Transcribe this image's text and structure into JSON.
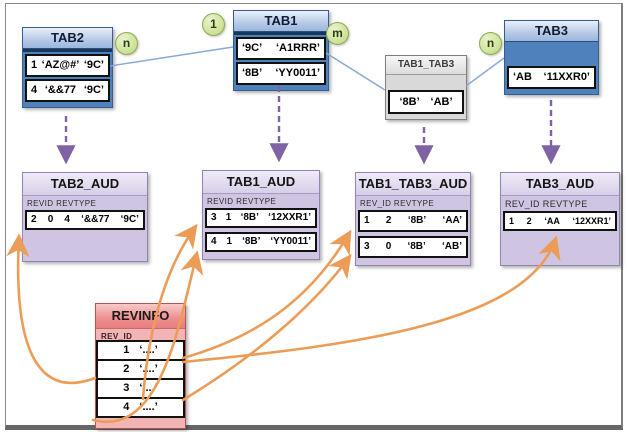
{
  "tables": {
    "tab2": {
      "title": "TAB2",
      "rows": [
        [
          "1",
          "‘AZ@#’",
          "‘9C’"
        ],
        [
          "4",
          "‘&&77",
          "‘9C’"
        ]
      ]
    },
    "tab1": {
      "title": "TAB1",
      "rows": [
        [
          "‘9C’",
          "‘A1RRR’"
        ],
        [
          "‘8B’",
          "‘YY0011’"
        ]
      ]
    },
    "tab1_tab3": {
      "title": "TAB1_TAB3",
      "rows": [
        [
          "‘8B’",
          "‘AB’"
        ]
      ]
    },
    "tab3": {
      "title": "TAB3",
      "rows": [
        [
          "‘AB",
          "‘11XXR0’"
        ]
      ]
    },
    "tab2_aud": {
      "title": "TAB2_AUD",
      "col_header": "REVID REVTYPE",
      "rows": [
        [
          "2",
          "0",
          "4",
          "‘&&77",
          "‘9C’"
        ]
      ]
    },
    "tab1_aud": {
      "title": "TAB1_AUD",
      "col_header": "REVID REVTYPE",
      "rows": [
        [
          "3",
          "1",
          "‘8B’",
          "‘12XXR1’"
        ],
        [
          "4",
          "1",
          "‘8B’",
          "‘YY0011’"
        ]
      ]
    },
    "tab1_tab3_aud": {
      "title": "TAB1_TAB3_AUD",
      "col_header": "REV_ID REVTYPE",
      "rows": [
        [
          "1",
          "2",
          "‘8B’",
          "‘AA’"
        ],
        [
          "3",
          "0",
          "‘8B’",
          "‘AB’"
        ]
      ]
    },
    "tab3_aud": {
      "title": "TAB3_AUD",
      "col_header": "REV_ID REVTYPE",
      "rows": [
        [
          "1",
          "2",
          "‘AA",
          "‘12XXR1’"
        ]
      ]
    },
    "revinfo": {
      "title": "REVINFO",
      "col_header": "REV_ID",
      "rows": [
        [
          "1",
          "‘....’"
        ],
        [
          "2",
          "‘....’"
        ],
        [
          "3",
          "‘....’"
        ],
        [
          "4",
          "‘....’"
        ]
      ]
    }
  },
  "badges": [
    {
      "label": "n"
    },
    {
      "label": "1"
    },
    {
      "label": "m"
    },
    {
      "label": "n"
    }
  ],
  "colors": {
    "entity_header_blue": "#4f81bd",
    "audit_purple": "#cfc5e2",
    "revinfo_pink": "#ee8f8f",
    "join_table_gray": "#d9d9d9",
    "relation_line_blue": "#87a9d6",
    "entity_to_audit_purple": "#7f63a5",
    "rev_arrow_orange": "#eb9d57",
    "badge_green": "#cfe49c"
  }
}
